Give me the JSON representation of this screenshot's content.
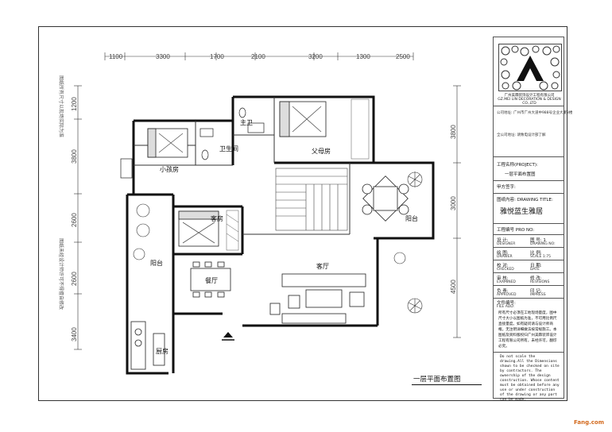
{
  "top_dimensions": [
    "1100",
    "3300",
    "1700",
    "2100",
    "3200",
    "1300",
    "2500"
  ],
  "left_dimensions": [
    "1200",
    "3800",
    "2600",
    "2600",
    "3400"
  ],
  "right_dimensions": [
    "3800",
    "3000",
    "4500"
  ],
  "rooms": {
    "child_room": "小孩房",
    "bath_1": "卫生间",
    "master_bath": "主卫",
    "parents_room": "父母房",
    "guest_room": "客房",
    "balcony_left": "阳台",
    "balcony_right": "阳台",
    "dining": "餐厅",
    "living": "客厅",
    "kitchen": "厨房"
  },
  "vertical_notes": {
    "left_top": "图纸所有尺寸以现场实际为准",
    "left_bottom": "图纸未经设计师许可不得擅自修改"
  },
  "title_block": {
    "company_name": "广州美霖装饰设计工程有限公司",
    "company_en": "GZ.MEI LIN DECORATION & DESIGN CO.,LTD",
    "address_1": "公司地址: 广州市广州大道中988号企业大厦8楼",
    "address_2": "全公司地址: 请致电设计部了解",
    "project_label": "工程名称(PROJECT):",
    "project_value": "一层平面布置图",
    "client_label": "甲方签字:",
    "drawing_title_label": "图纸内容: DRAWING TITLE:",
    "drawing_title_value": "雅悦蓝生雅居",
    "pro_no_label": "工程编号 PRO NO:",
    "rows": [
      {
        "left": "设 计:",
        "left_en": "DESIGNER",
        "right": "图 号: 1",
        "right_en": "DRAWING NO:"
      },
      {
        "left": "绘 图:",
        "left_en": "DRAWER",
        "right": "比 例:",
        "right_en": "SCALE 1:75"
      },
      {
        "left": "校 对:",
        "left_en": "CHECKED",
        "right": "日 期:",
        "right_en": "DATE"
      },
      {
        "left": "审 核:",
        "left_en": "EXAMINED",
        "right": "修 改:",
        "right_en": "REVISIONS"
      },
      {
        "left": "负 责:",
        "left_en": "APPROVED",
        "right": "印 记:",
        "right_en": "IMPRESS"
      },
      {
        "left": "文件编号:",
        "left_en": "FILE ADD:",
        "right": "",
        "right_en": ""
      }
    ],
    "cn_note": "所有尺寸必须在工地现场量度，图中尺寸大小以图纸为准，不可用比例尺直接量度。如有疑问请与设计师商榷。无注明详细做法按常规施工。本图纸及资料版权归广州美霖装饰设计工程有限公司所有，未经许可，翻印必究。",
    "en_note": "Do not scale the drawing.All the Dimensions shown to be checked on site by contractors. The ownership of the design construction. Whose content must be obtained before any use or under construction of the drawing or any part can be made."
  },
  "plan_title": "一层平面布置图",
  "watermark": "Fang.com"
}
